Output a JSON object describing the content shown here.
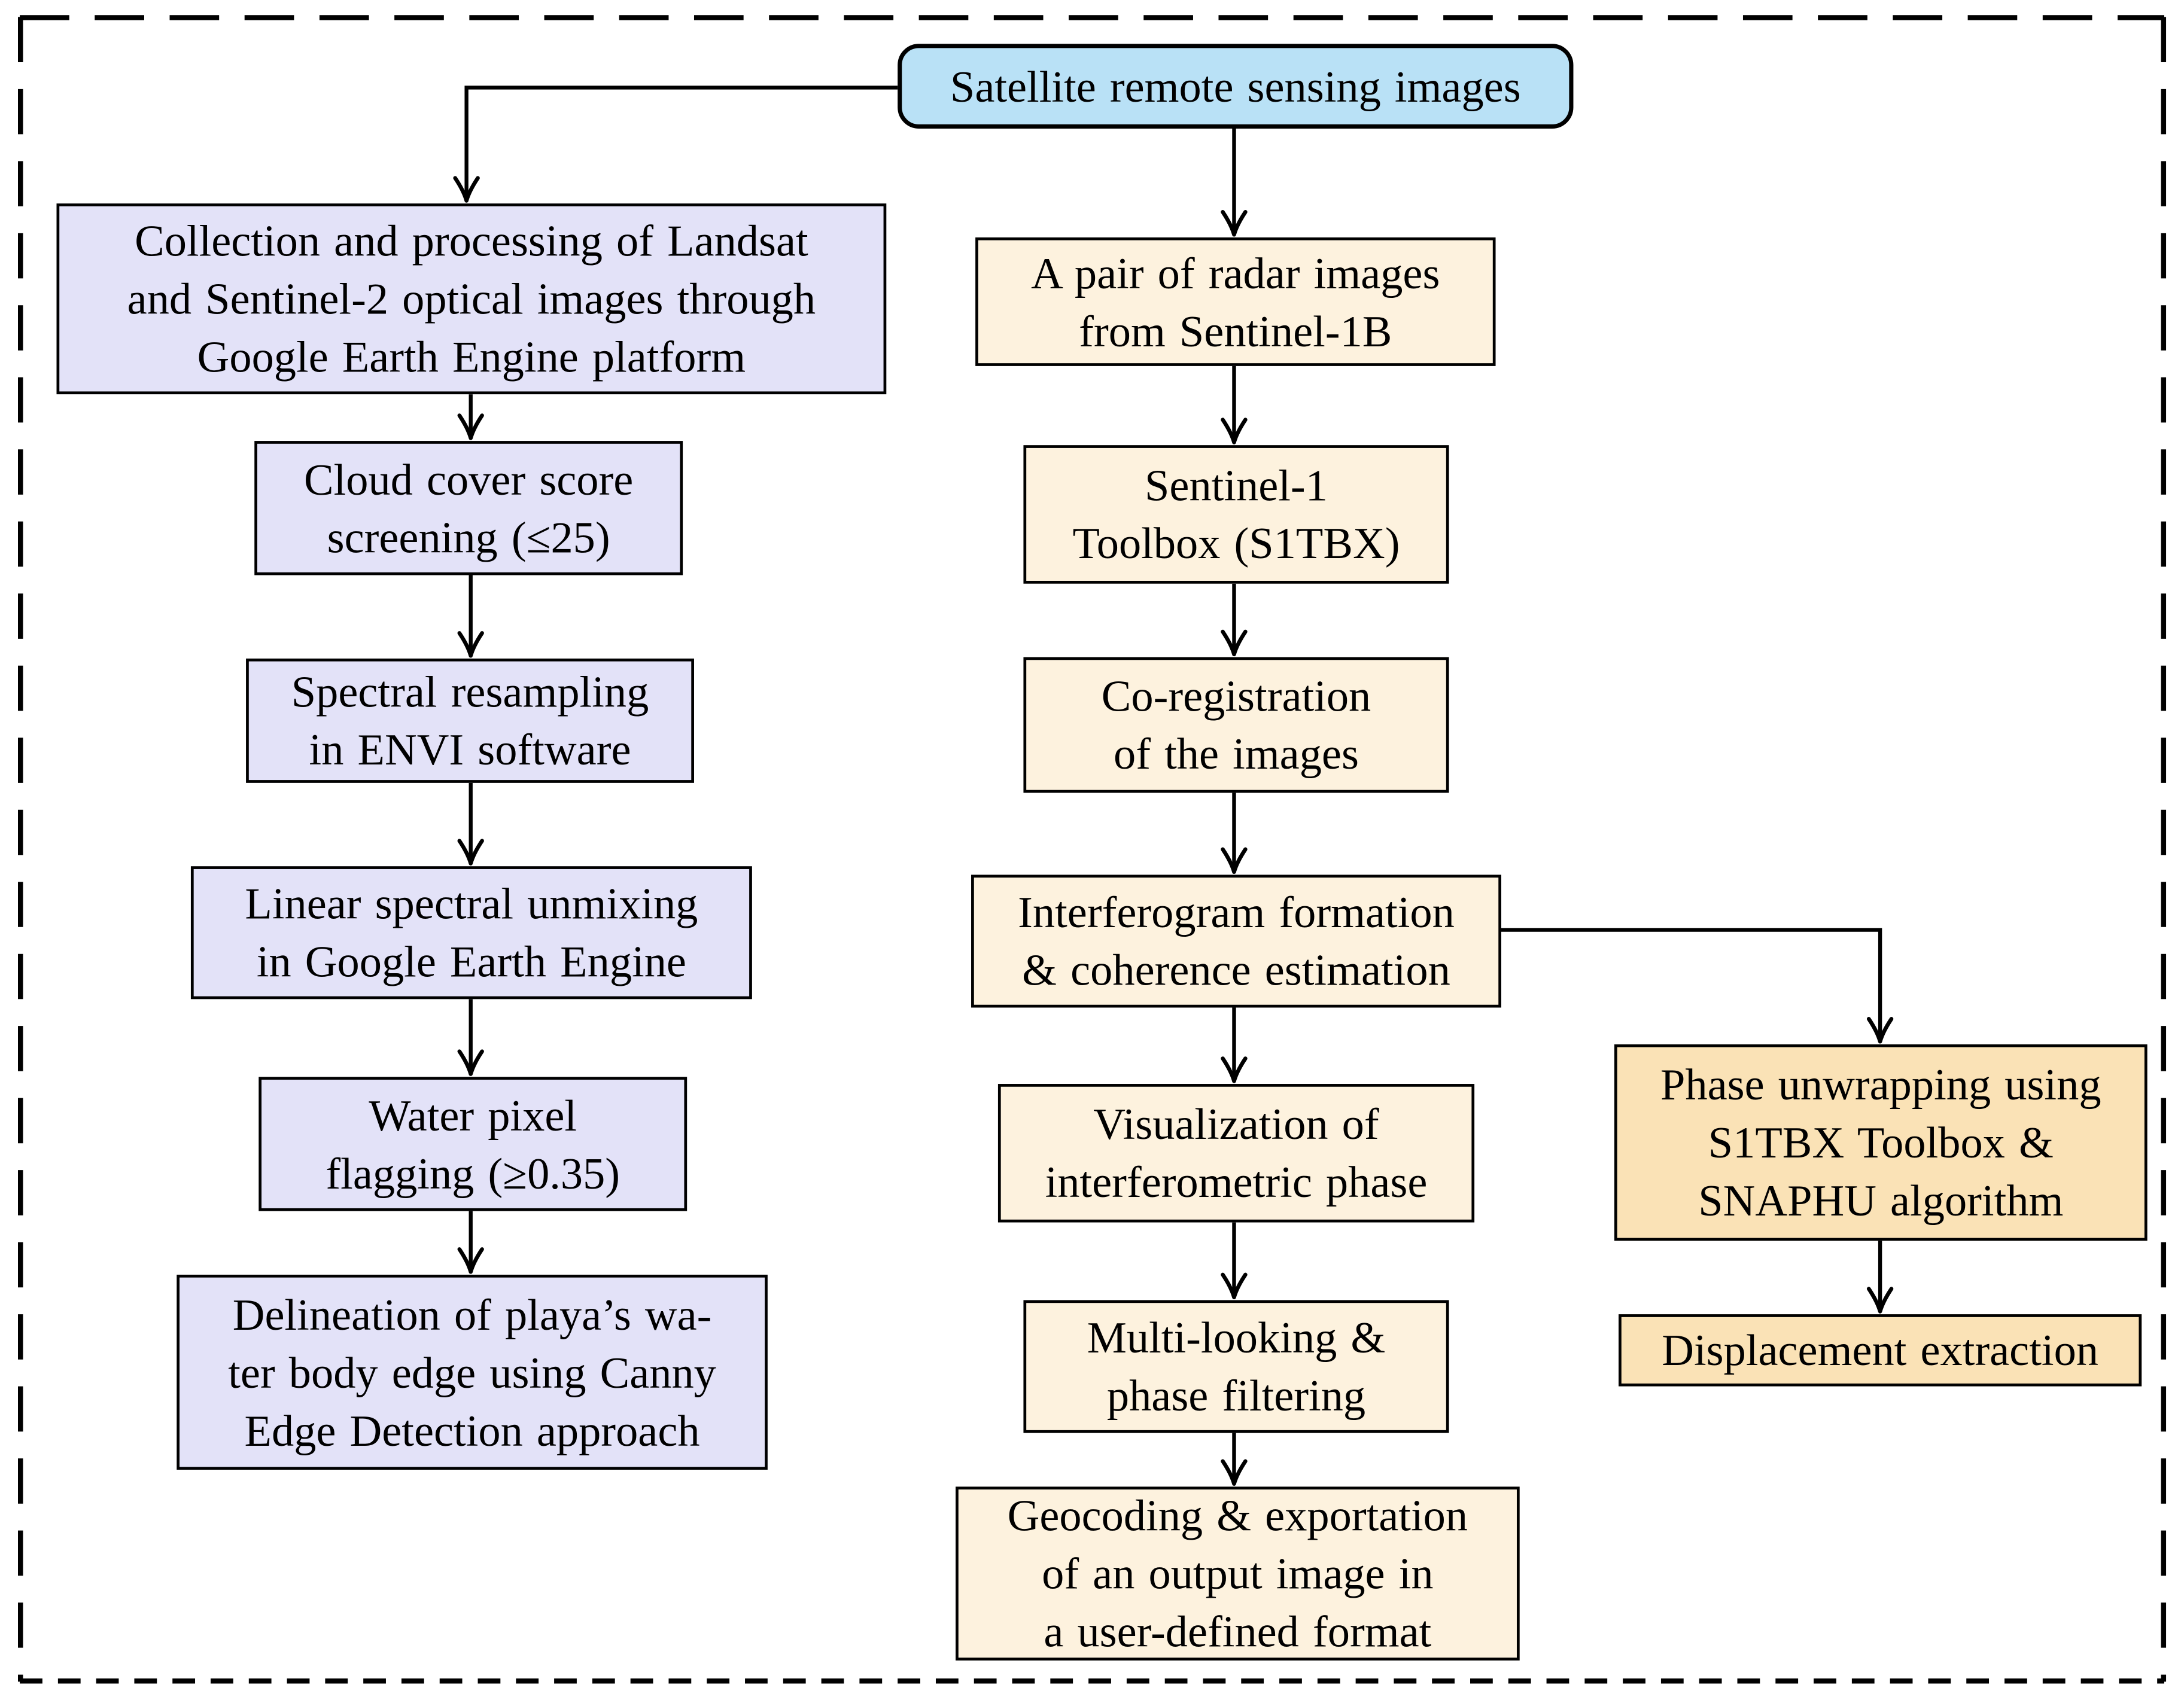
{
  "figure": {
    "kind": "flowchart",
    "frame_style": "dashed"
  },
  "colors": {
    "source_fill": "#b9e1f6",
    "optical_fill": "#e3e2f8",
    "insar_fill": "#fdf2de",
    "unwrapping_fill": "#fae2b6",
    "stroke": "#000000",
    "background": "#ffffff"
  },
  "nodes": [
    {
      "id": "root",
      "group": "source",
      "lines": [
        "Satellite remote sensing images"
      ]
    },
    {
      "id": "l1",
      "group": "optical",
      "lines": [
        "Collection and processing of Landsat",
        "and Sentinel-2 optical images through",
        "Google Earth Engine platform"
      ]
    },
    {
      "id": "l2",
      "group": "optical",
      "lines": [
        "Cloud cover score",
        "screening (≤25)"
      ]
    },
    {
      "id": "l3",
      "group": "optical",
      "lines": [
        "Spectral resampling",
        "in ENVI software"
      ]
    },
    {
      "id": "l4",
      "group": "optical",
      "lines": [
        "Linear spectral unmixing",
        "in Google Earth Engine"
      ]
    },
    {
      "id": "l5",
      "group": "optical",
      "lines": [
        "Water pixel",
        "flagging (≥0.35)"
      ]
    },
    {
      "id": "l6",
      "group": "optical",
      "lines": [
        "Delineation of playa’s wa-",
        "ter body edge using Canny",
        "Edge Detection approach"
      ]
    },
    {
      "id": "m1",
      "group": "insar",
      "lines": [
        "A pair of radar images",
        "from Sentinel-1B"
      ]
    },
    {
      "id": "m2",
      "group": "insar",
      "lines": [
        "Sentinel-1",
        "Toolbox (S1TBX)"
      ]
    },
    {
      "id": "m3",
      "group": "insar",
      "lines": [
        "Co-registration",
        "of the images"
      ]
    },
    {
      "id": "m4",
      "group": "insar",
      "lines": [
        "Interferogram formation",
        "& coherence estimation"
      ]
    },
    {
      "id": "m5",
      "group": "insar",
      "lines": [
        "Visualization of",
        "interferometric phase"
      ]
    },
    {
      "id": "m6",
      "group": "insar",
      "lines": [
        "Multi-looking &",
        "phase filtering"
      ]
    },
    {
      "id": "m7",
      "group": "insar",
      "lines": [
        "Geocoding & exportation",
        "of an output image in",
        "a user-defined format"
      ]
    },
    {
      "id": "r1",
      "group": "unwrapping",
      "lines": [
        "Phase unwrapping using",
        "S1TBX Toolbox &",
        "SNAPHU algorithm"
      ]
    },
    {
      "id": "r2",
      "group": "unwrapping",
      "lines": [
        "Displacement extraction"
      ]
    }
  ],
  "edges": [
    {
      "from": "root",
      "to": "l1"
    },
    {
      "from": "root",
      "to": "m1"
    },
    {
      "from": "l1",
      "to": "l2"
    },
    {
      "from": "l2",
      "to": "l3"
    },
    {
      "from": "l3",
      "to": "l4"
    },
    {
      "from": "l4",
      "to": "l5"
    },
    {
      "from": "l5",
      "to": "l6"
    },
    {
      "from": "m1",
      "to": "m2"
    },
    {
      "from": "m2",
      "to": "m3"
    },
    {
      "from": "m3",
      "to": "m4"
    },
    {
      "from": "m4",
      "to": "m5"
    },
    {
      "from": "m5",
      "to": "m6"
    },
    {
      "from": "m6",
      "to": "m7"
    },
    {
      "from": "m4",
      "to": "r1"
    },
    {
      "from": "r1",
      "to": "r2"
    }
  ]
}
